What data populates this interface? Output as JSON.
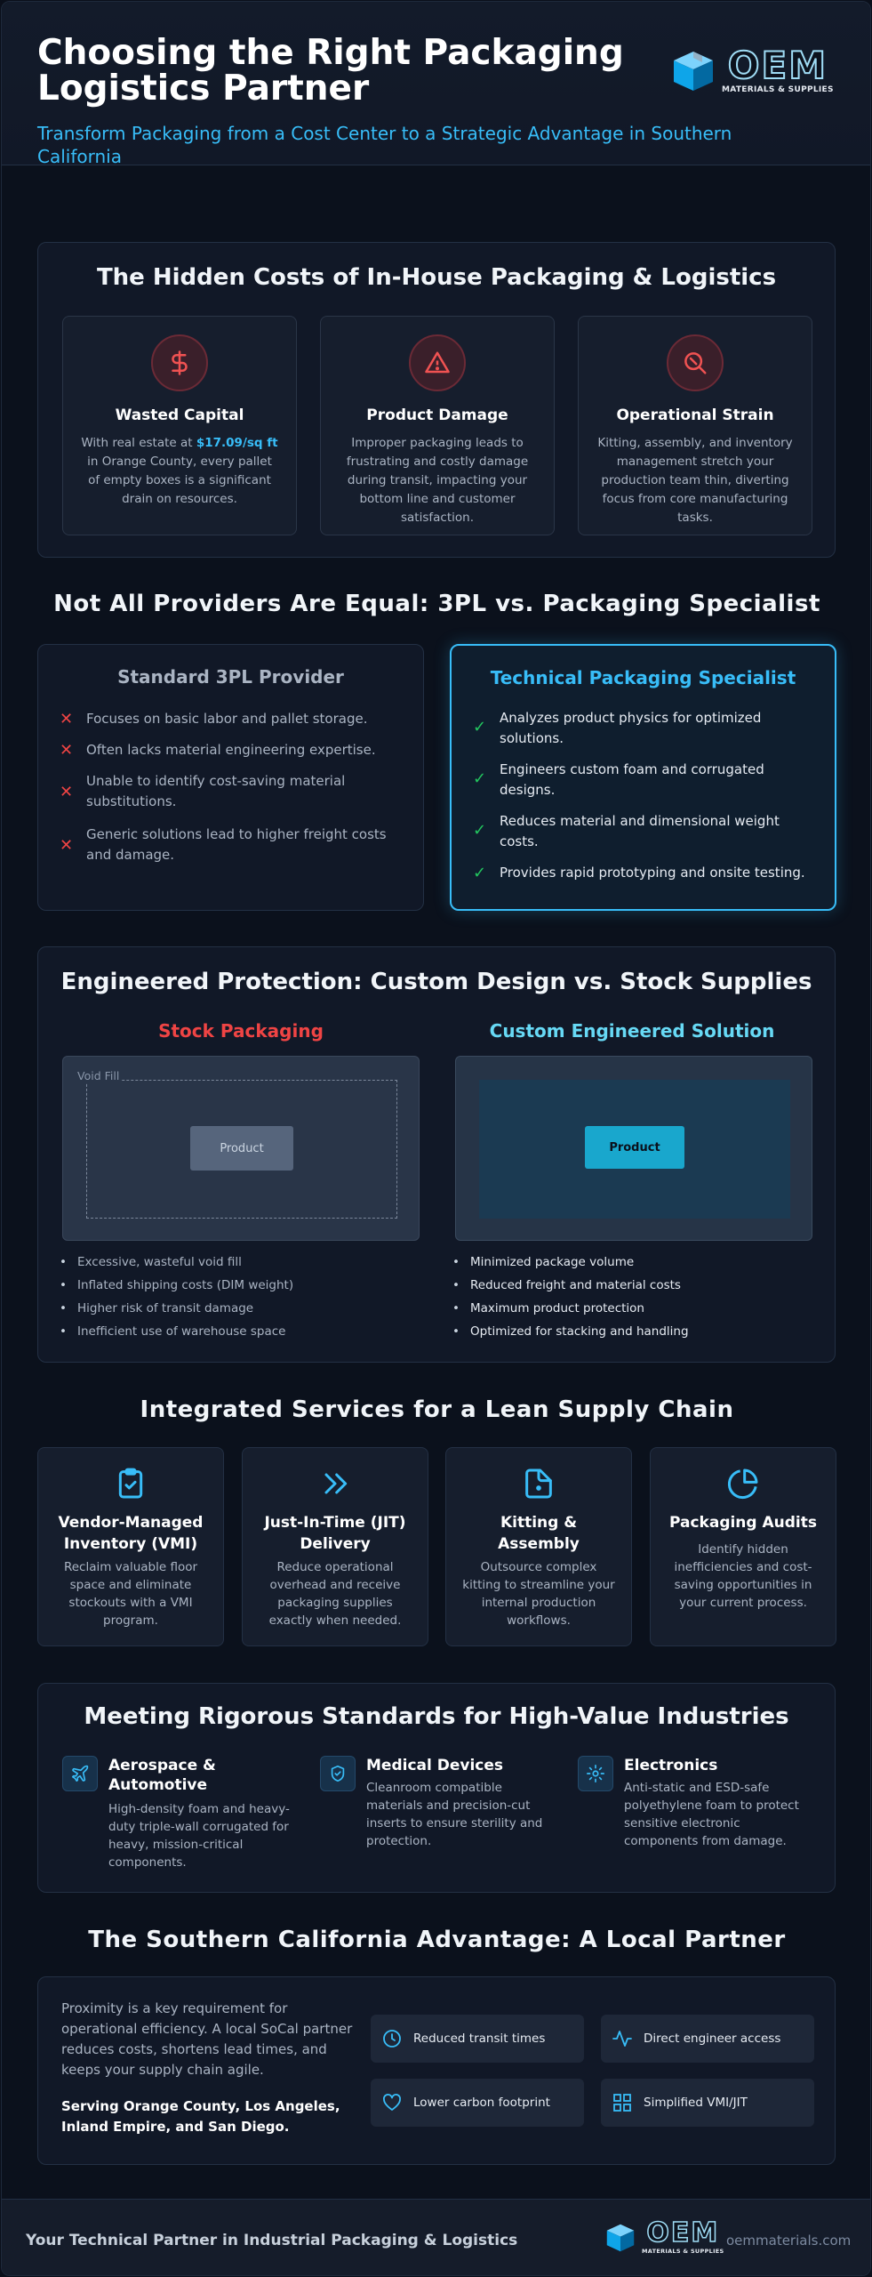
{
  "header": {
    "title": "Choosing the Right Packaging Logistics Partner",
    "subtitle_line1": "Transform Packaging from a Cost Center to a Strategic Advantage in Southern",
    "subtitle_line2": "California",
    "logo_text": "OEM",
    "logo_tagline": "MATERIALS & SUPPLIES"
  },
  "hidden_costs": {
    "title": "The Hidden Costs of In-House Packaging & Logistics",
    "cards": [
      {
        "icon": "dollar-icon",
        "title": "Wasted Capital",
        "pre": "With real estate at ",
        "highlight": "$17.09/sq ft",
        "post": " in Orange County, every pallet of empty boxes is a significant drain on resources."
      },
      {
        "icon": "warning-icon",
        "title": "Product Damage",
        "text": "Improper packaging leads to frustrating and costly damage during transit, impacting your bottom line and customer satisfaction."
      },
      {
        "icon": "search-icon",
        "title": "Operational Strain",
        "text": "Kitting, assembly, and inventory management stretch your production team thin, diverting focus from core manufacturing tasks."
      }
    ]
  },
  "compare": {
    "title": "Not All Providers Are Equal: 3PL vs. Packaging Specialist",
    "left": {
      "title": "Standard 3PL Provider",
      "items": [
        "Focuses on basic labor and pallet storage.",
        "Often lacks material engineering expertise.",
        "Unable to identify cost-saving material substitutions.",
        "Generic solutions lead to higher freight costs and damage."
      ]
    },
    "right": {
      "title": "Technical Packaging Specialist",
      "items": [
        "Analyzes product physics for optimized solutions.",
        "Engineers custom foam and corrugated designs.",
        "Reduces material and dimensional weight costs.",
        "Provides rapid prototyping and onsite testing."
      ]
    },
    "colors": {
      "bad": "#ef4444",
      "good": "#22c55e",
      "accent": "#38bdf8"
    }
  },
  "protection": {
    "title": "Engineered Protection: Custom Design vs. Stock Supplies",
    "stock": {
      "title": "Stock Packaging",
      "void_label": "Void Fill",
      "product_label": "Product",
      "bullets": [
        "Excessive, wasteful void fill",
        "Inflated shipping costs (DIM weight)",
        "Higher risk of transit damage",
        "Inefficient use of warehouse space"
      ]
    },
    "custom": {
      "title": "Custom Engineered Solution",
      "product_label": "Product",
      "bullets": [
        "Minimized package volume",
        "Reduced freight and material costs",
        "Maximum product protection",
        "Optimized for stacking and handling"
      ]
    }
  },
  "services": {
    "title": "Integrated Services for a Lean Supply Chain",
    "items": [
      {
        "icon": "clipboard-check-icon",
        "title_l1": "Vendor-Managed",
        "title_l2": "Inventory (VMI)",
        "text": "Reclaim valuable floor space and eliminate stockouts with a VMI program."
      },
      {
        "icon": "double-chevron-icon",
        "title_l1": "Just-In-Time (JIT)",
        "title_l2": "Delivery",
        "text": "Reduce operational overhead and receive packaging supplies exactly when needed."
      },
      {
        "icon": "box-icon",
        "title_l1": "Kitting &",
        "title_l2": "Assembly",
        "text": "Outsource complex kitting to streamline your internal production workflows."
      },
      {
        "icon": "pie-chart-icon",
        "title_l1": "Packaging Audits",
        "title_l2": "",
        "text": "Identify hidden inefficiencies and cost-saving opportunities in your current process."
      }
    ]
  },
  "industries": {
    "title": "Meeting Rigorous Standards for High-Value Industries",
    "items": [
      {
        "icon": "plane-icon",
        "title": "Aerospace & Automotive",
        "text": "High-density foam and heavy-duty triple-wall corrugated for heavy, mission-critical components."
      },
      {
        "icon": "shield-icon",
        "title": "Medical Devices",
        "text": "Cleanroom compatible materials and precision-cut inserts to ensure sterility and protection."
      },
      {
        "icon": "chip-icon",
        "title": "Electronics",
        "text": "Anti-static and ESD-safe polyethylene foam to protect sensitive electronic components from damage."
      }
    ]
  },
  "local": {
    "title": "The Southern California Advantage: A Local Partner",
    "text": "Proximity is a key requirement for operational efficiency. A local SoCal partner reduces costs, shortens lead times, and keeps your supply chain agile.",
    "emphasis": "Serving Orange County, Los Angeles, Inland Empire, and San Diego.",
    "features": [
      {
        "icon": "clock-icon",
        "label": "Reduced transit times"
      },
      {
        "icon": "pulse-icon",
        "label": "Direct engineer access"
      },
      {
        "icon": "heart-icon",
        "label": "Lower carbon footprint"
      },
      {
        "icon": "grid-icon",
        "label": "Simplified VMI/JIT"
      }
    ]
  },
  "footer": {
    "tagline": "Your Technical Partner in Industrial Packaging & Logistics",
    "url": "oemmaterials.com"
  }
}
